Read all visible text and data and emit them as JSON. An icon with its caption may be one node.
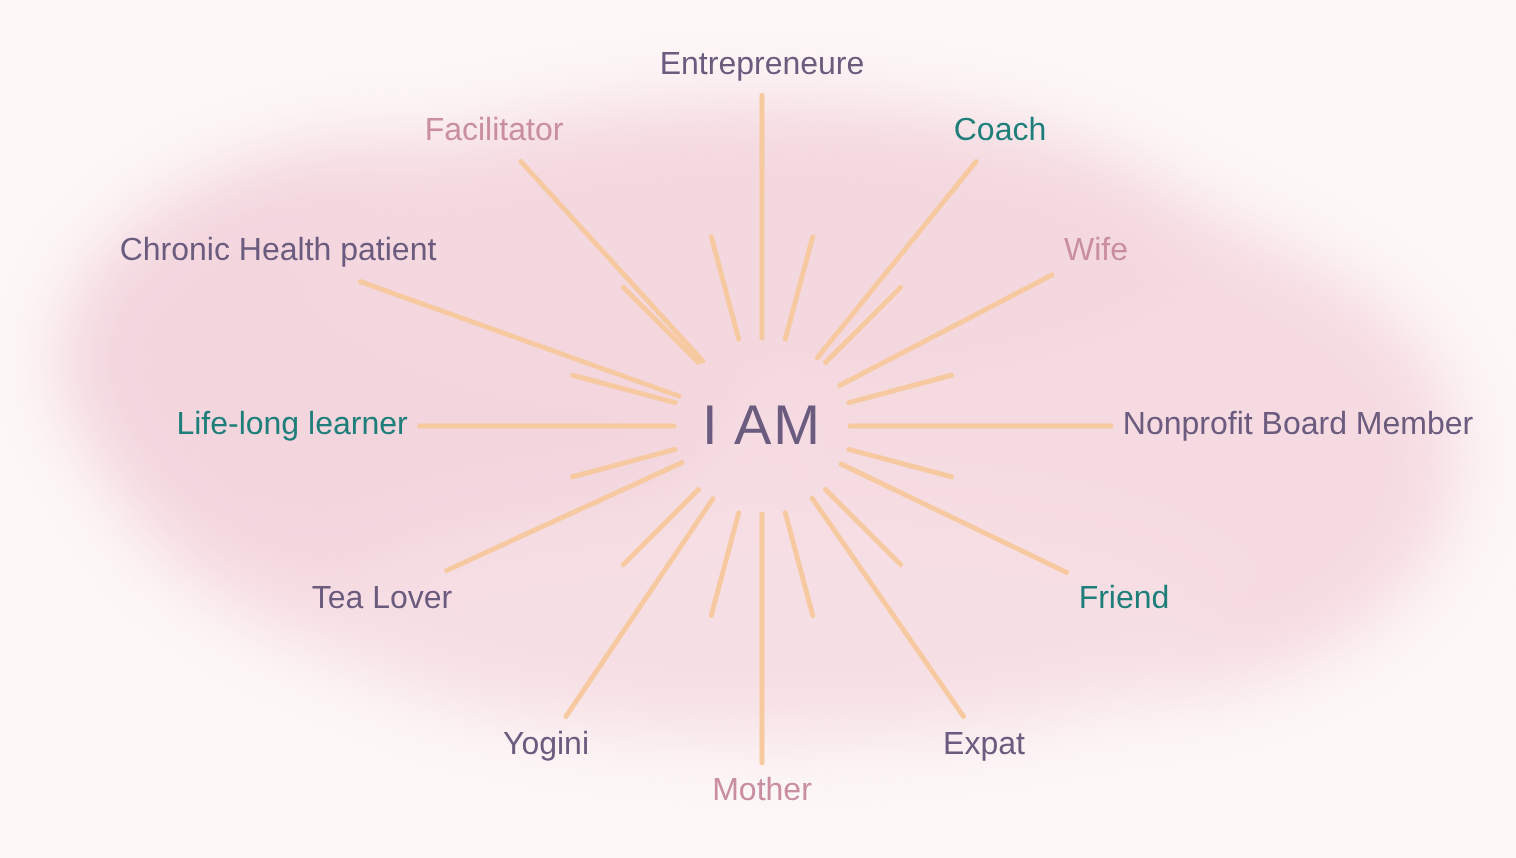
{
  "diagram": {
    "nodes": [
      {
        "text": [
          "I AM"
        ]
      },
      {
        "text": [
          "Entrepreneure"
        ]
      },
      {
        "text": [
          "Coach"
        ]
      },
      {
        "text": [
          "Wife"
        ]
      },
      {
        "text": [
          "Nonprofit Board Member"
        ]
      },
      {
        "text": [
          "Friend"
        ]
      },
      {
        "text": [
          "Expat"
        ]
      },
      {
        "text": [
          "Mother"
        ]
      },
      {
        "text": [
          "Yogini"
        ]
      },
      {
        "text": [
          "Tea Lover"
        ]
      },
      {
        "text": [
          "Life-long learner"
        ]
      },
      {
        "text": [
          "Chronic Health patient"
        ]
      },
      {
        "text": [
          "Facilitator"
        ]
      }
    ],
    "edges": [
      {
        "from": 0,
        "to": 1,
        "arrow": "none"
      },
      {
        "from": 0,
        "to": 2,
        "arrow": "none"
      },
      {
        "from": 0,
        "to": 3,
        "arrow": "none"
      },
      {
        "from": 0,
        "to": 4,
        "arrow": "none"
      },
      {
        "from": 0,
        "to": 5,
        "arrow": "none"
      },
      {
        "from": 0,
        "to": 6,
        "arrow": "none"
      },
      {
        "from": 0,
        "to": 7,
        "arrow": "none"
      },
      {
        "from": 0,
        "to": 8,
        "arrow": "none"
      },
      {
        "from": 0,
        "to": 9,
        "arrow": "none"
      },
      {
        "from": 0,
        "to": 10,
        "arrow": "none"
      },
      {
        "from": 0,
        "to": 11,
        "arrow": "none"
      },
      {
        "from": 0,
        "to": 12,
        "arrow": "none"
      }
    ]
  }
}
